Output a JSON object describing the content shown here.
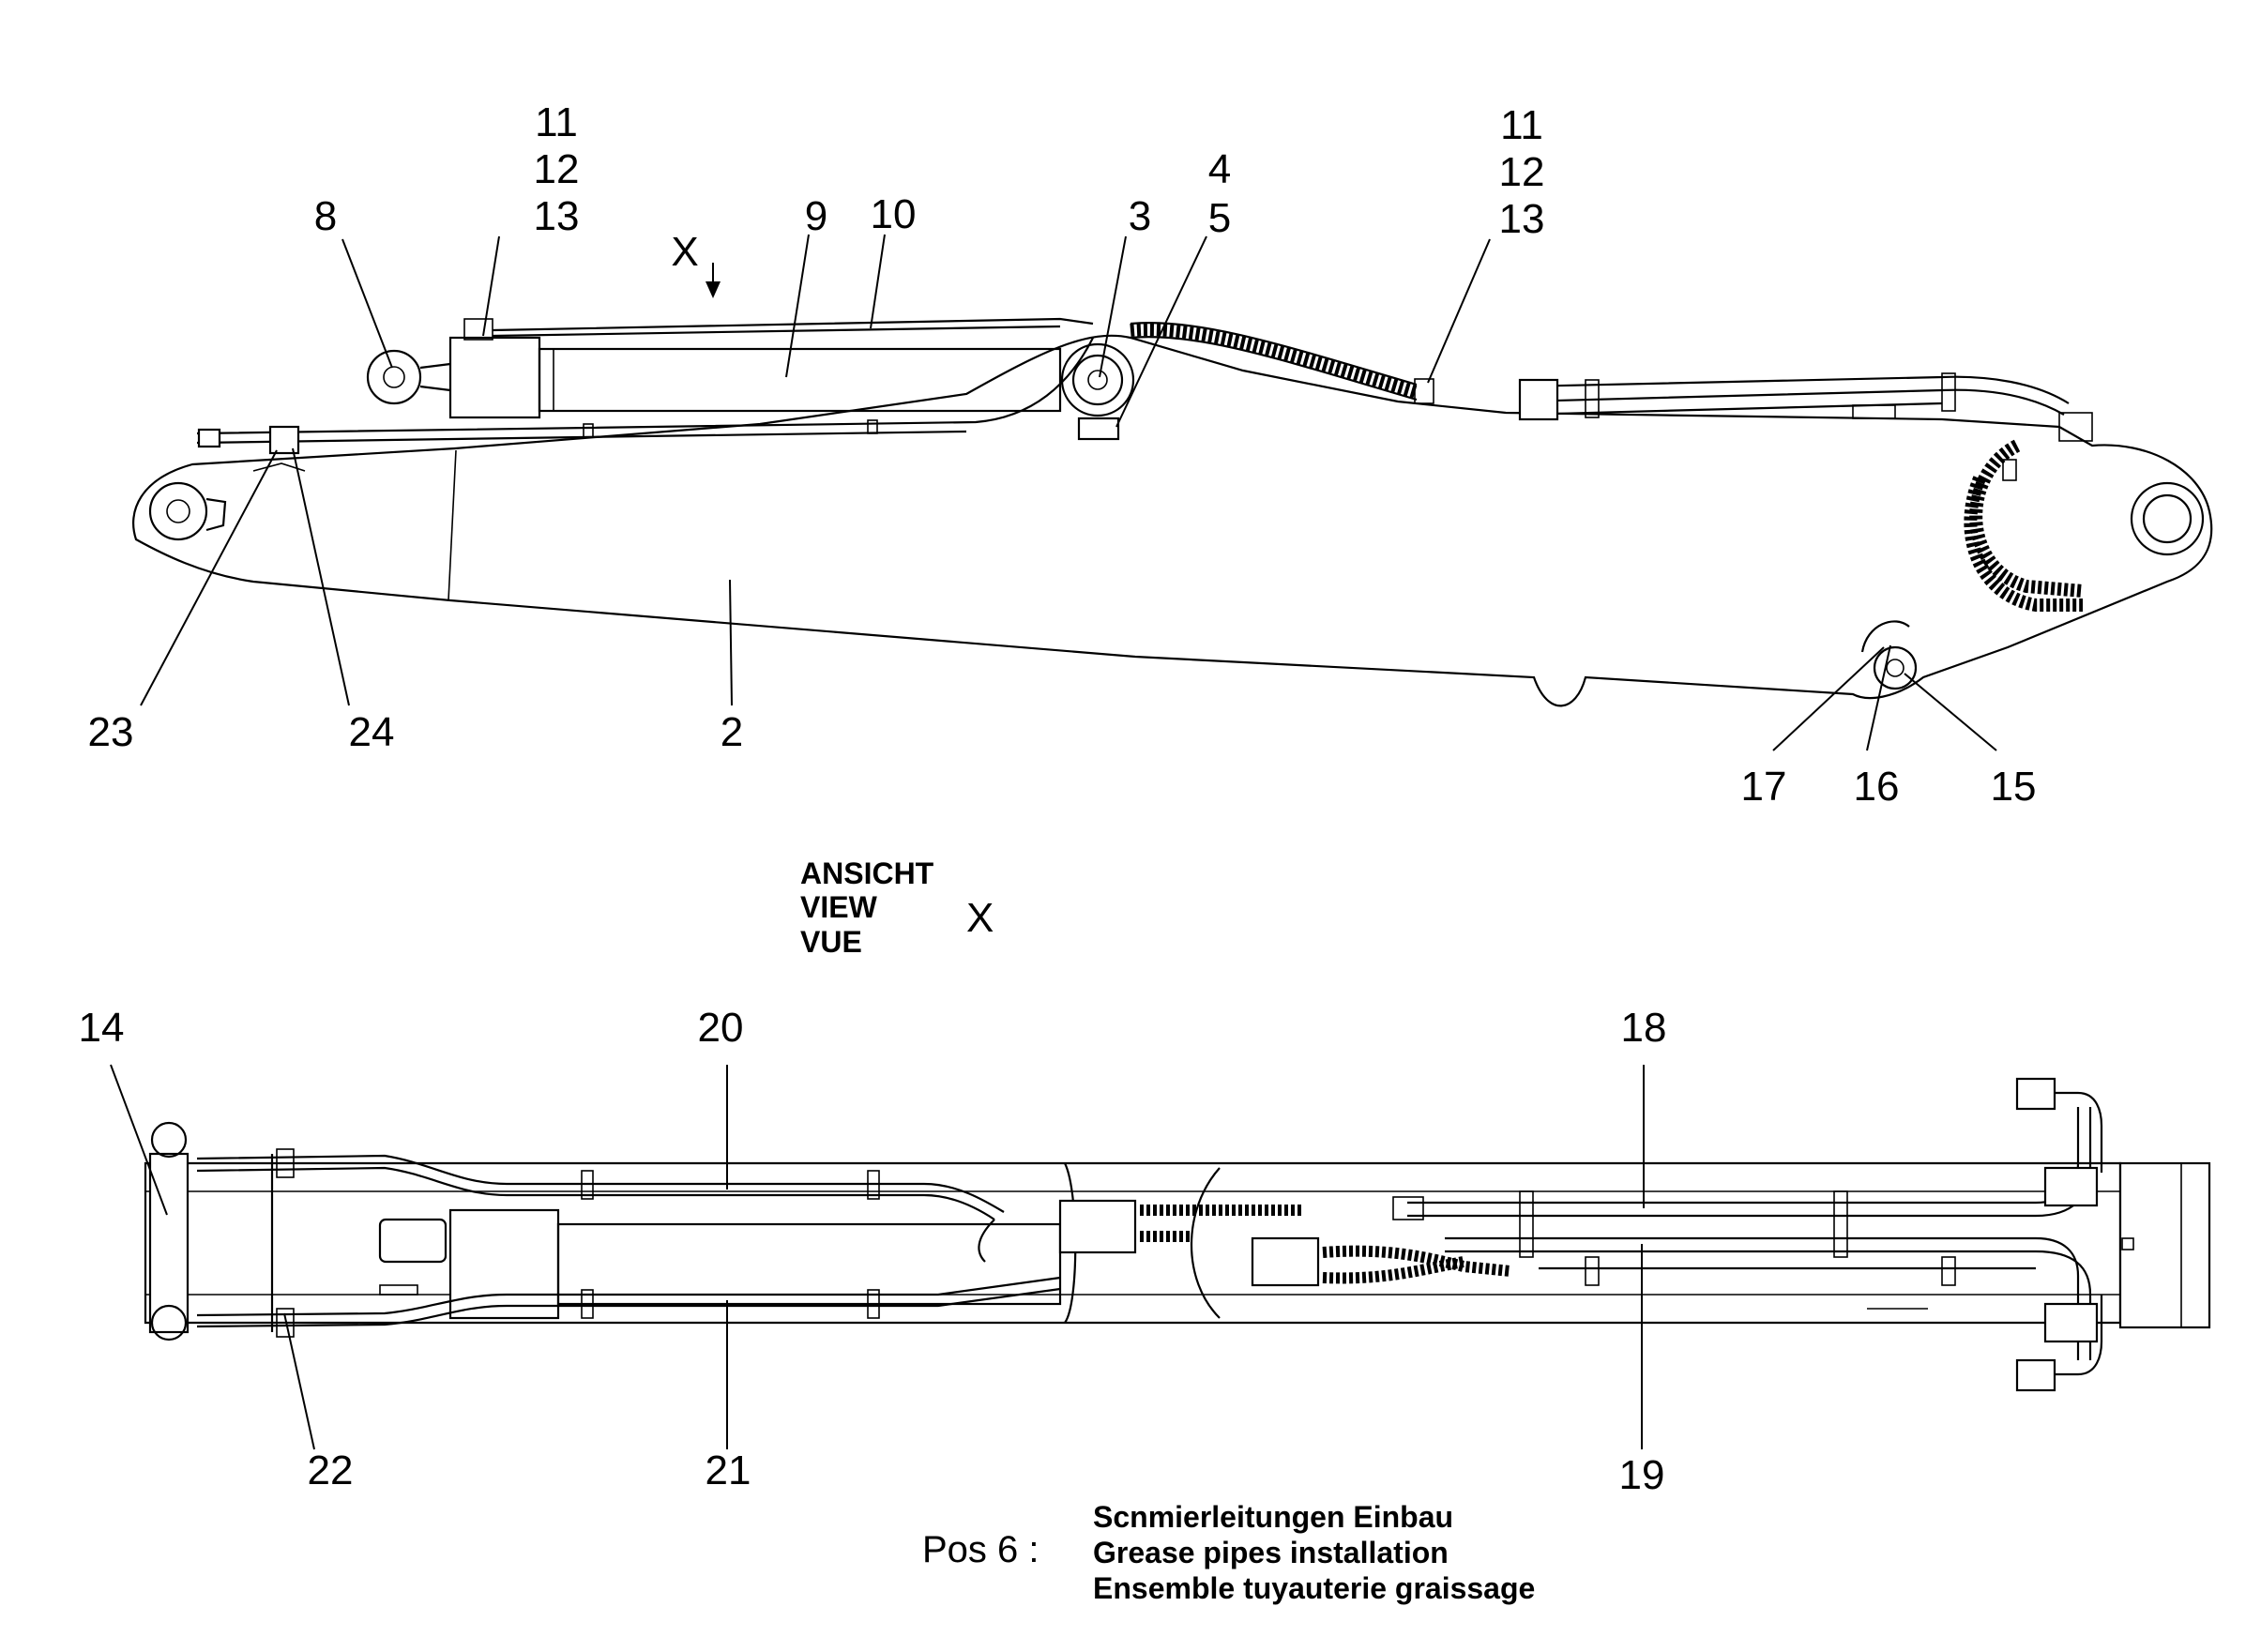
{
  "side_view": {
    "callouts": [
      {
        "id": "c-11a",
        "label": "11"
      },
      {
        "id": "c-12a",
        "label": "12"
      },
      {
        "id": "c-13a",
        "label": "13"
      },
      {
        "id": "c-8",
        "label": "8"
      },
      {
        "id": "c-x",
        "label": "X"
      },
      {
        "id": "c-9",
        "label": "9"
      },
      {
        "id": "c-10",
        "label": "10"
      },
      {
        "id": "c-3",
        "label": "3"
      },
      {
        "id": "c-4",
        "label": "4"
      },
      {
        "id": "c-5",
        "label": "5"
      },
      {
        "id": "c-11b",
        "label": "11"
      },
      {
        "id": "c-12b",
        "label": "12"
      },
      {
        "id": "c-13b",
        "label": "13"
      },
      {
        "id": "c-23",
        "label": "23"
      },
      {
        "id": "c-24",
        "label": "24"
      },
      {
        "id": "c-2",
        "label": "2"
      },
      {
        "id": "c-17",
        "label": "17"
      },
      {
        "id": "c-16",
        "label": "16"
      },
      {
        "id": "c-15",
        "label": "15"
      }
    ]
  },
  "view_label": {
    "lines": [
      "ANSICHT",
      "VIEW",
      "VUE"
    ],
    "letter": "X"
  },
  "top_view": {
    "callouts": [
      {
        "id": "c-14",
        "label": "14"
      },
      {
        "id": "c-20",
        "label": "20"
      },
      {
        "id": "c-18",
        "label": "18"
      },
      {
        "id": "c-22",
        "label": "22"
      },
      {
        "id": "c-21",
        "label": "21"
      },
      {
        "id": "c-19",
        "label": "19"
      }
    ]
  },
  "caption": {
    "pos_label": "Pos 6 :",
    "lines": [
      "Scnmierleitungen Einbau",
      "Grease pipes installation",
      "Ensemble tuyauterie graissage"
    ]
  }
}
